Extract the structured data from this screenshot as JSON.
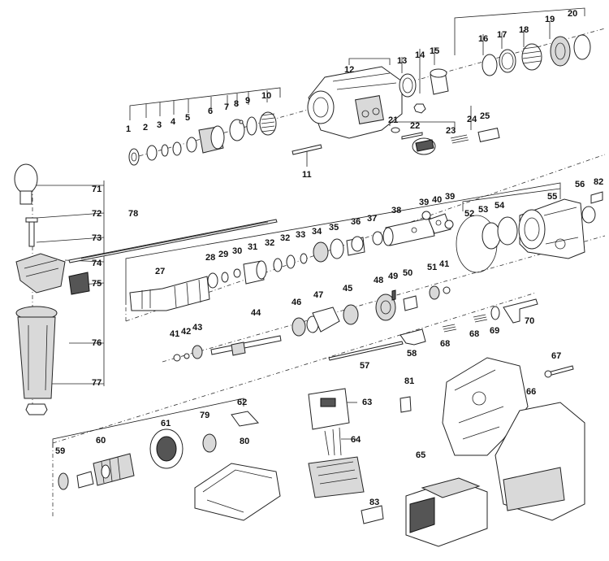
{
  "diagram": {
    "type": "exploded-parts-view",
    "part_labels": [
      "1",
      "2",
      "3",
      "4",
      "5",
      "6",
      "7",
      "8",
      "9",
      "10",
      "11",
      "12",
      "13",
      "14",
      "15",
      "16",
      "17",
      "18",
      "19",
      "20",
      "21",
      "22",
      "23",
      "24",
      "25",
      "27",
      "28",
      "29",
      "30",
      "31",
      "32",
      "33",
      "34",
      "35",
      "36",
      "37",
      "38",
      "39",
      "40",
      "41",
      "42",
      "43",
      "44",
      "45",
      "46",
      "47",
      "48",
      "49",
      "50",
      "51",
      "52",
      "53",
      "54",
      "55",
      "56",
      "57",
      "58",
      "59",
      "60",
      "61",
      "62",
      "63",
      "64",
      "65",
      "66",
      "67",
      "68",
      "69",
      "70",
      "71",
      "72",
      "73",
      "74",
      "75",
      "76",
      "77",
      "78",
      "79",
      "80",
      "81",
      "82",
      "83"
    ]
  }
}
